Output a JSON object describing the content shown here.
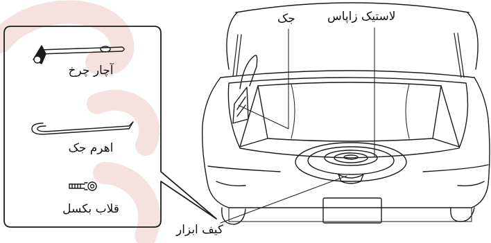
{
  "labels": {
    "wrench": "آچار چرخ",
    "jack_lever": "اهرم جک",
    "tow_hook": "قلاب بکسل",
    "jack": "جک",
    "spare_tire": "لاستیک زاپاس",
    "tool_bag": "کیف ابزار"
  },
  "colors": {
    "line": "#1a1a1a",
    "watermark": "#f4dede",
    "background": "#ffffff"
  }
}
